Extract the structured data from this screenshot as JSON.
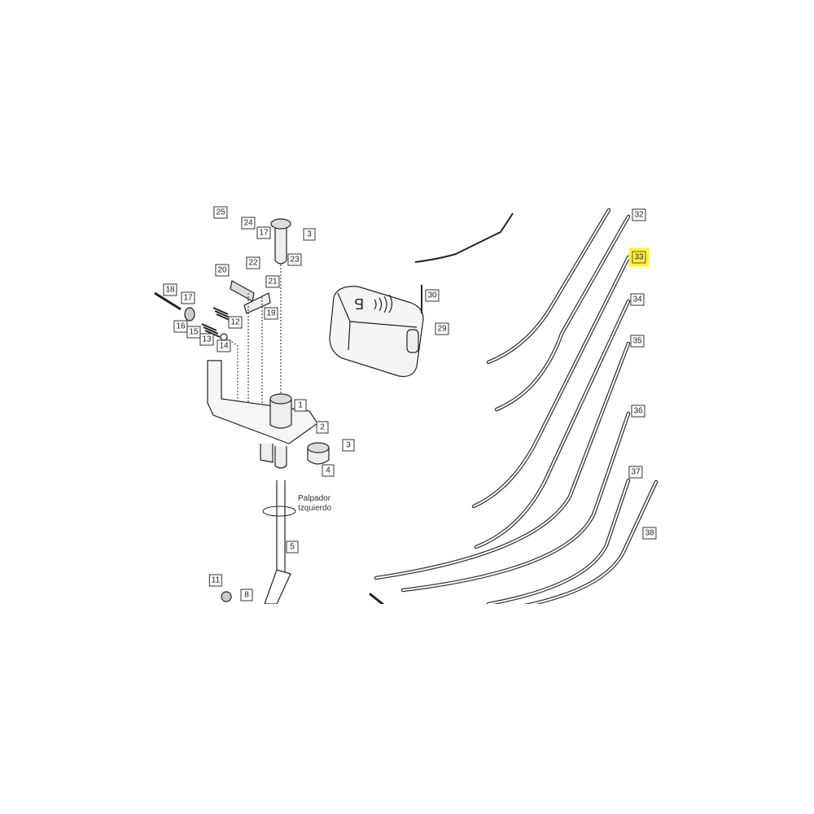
{
  "diagram": {
    "annotation": {
      "line1": "Palpador",
      "line2": "Izquierdo"
    },
    "highlight_color": "#fff23a",
    "callouts": [
      {
        "id": "c25",
        "label": "25"
      },
      {
        "id": "c24",
        "label": "24"
      },
      {
        "id": "c17a",
        "label": "17"
      },
      {
        "id": "c3a",
        "label": "3"
      },
      {
        "id": "c23",
        "label": "23"
      },
      {
        "id": "c22",
        "label": "22"
      },
      {
        "id": "c21",
        "label": "21"
      },
      {
        "id": "c20",
        "label": "20"
      },
      {
        "id": "c18",
        "label": "18"
      },
      {
        "id": "c17b",
        "label": "17"
      },
      {
        "id": "c19",
        "label": "19"
      },
      {
        "id": "c16",
        "label": "16"
      },
      {
        "id": "c15",
        "label": "15"
      },
      {
        "id": "c12",
        "label": "12"
      },
      {
        "id": "c13",
        "label": "13"
      },
      {
        "id": "c14",
        "label": "14"
      },
      {
        "id": "c1",
        "label": "1"
      },
      {
        "id": "c2",
        "label": "2"
      },
      {
        "id": "c3b",
        "label": "3"
      },
      {
        "id": "c4",
        "label": "4"
      },
      {
        "id": "c5",
        "label": "5"
      },
      {
        "id": "c11",
        "label": "11"
      },
      {
        "id": "c8",
        "label": "8"
      },
      {
        "id": "c30",
        "label": "30"
      },
      {
        "id": "c29",
        "label": "29"
      },
      {
        "id": "c32",
        "label": "32"
      },
      {
        "id": "c33",
        "label": "33",
        "highlighted": true
      },
      {
        "id": "c34",
        "label": "34"
      },
      {
        "id": "c35",
        "label": "35"
      },
      {
        "id": "c36",
        "label": "36"
      },
      {
        "id": "c37",
        "label": "37"
      },
      {
        "id": "c38",
        "label": "38"
      }
    ]
  }
}
